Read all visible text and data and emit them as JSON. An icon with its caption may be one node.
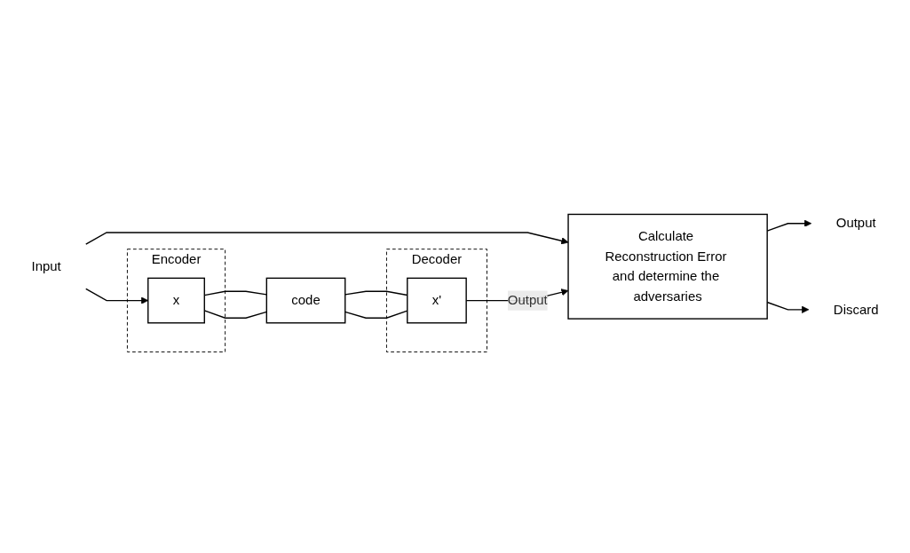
{
  "diagram": {
    "nodes": [
      {
        "text": [
          "Input"
        ]
      },
      {
        "text": [
          "Encoder"
        ]
      },
      {
        "text": [
          "x"
        ],
        "in": 1
      },
      {
        "text": [
          "Decoder"
        ]
      },
      {
        "text": [
          "code"
        ]
      },
      {
        "text": [
          "x'"
        ],
        "in": 3
      },
      {
        "text": [
          "Calculate Reconstruction Error and determine the adversaries"
        ]
      },
      {
        "text": [
          "Output"
        ]
      },
      {
        "text": [
          "Discard"
        ]
      }
    ],
    "edges": [
      {
        "from": 0,
        "to": 2,
        "arrow": "to"
      },
      {
        "from": 0,
        "to": 6,
        "arrow": "to"
      },
      {
        "from": 2,
        "to": 4,
        "arrow": "none"
      },
      {
        "from": 2,
        "to": 4,
        "arrow": "none"
      },
      {
        "from": 4,
        "to": 5,
        "arrow": "none"
      },
      {
        "from": 4,
        "to": 5,
        "arrow": "none"
      },
      {
        "from": 5,
        "to": 6,
        "arrow": "to",
        "label": "Output"
      },
      {
        "from": 6,
        "to": 7,
        "arrow": "to"
      },
      {
        "from": 6,
        "to": 8,
        "arrow": "to"
      }
    ]
  }
}
